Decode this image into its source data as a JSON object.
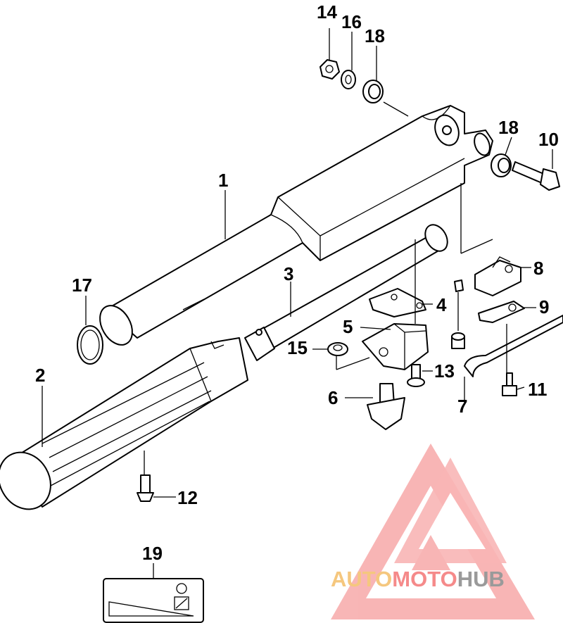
{
  "diagram": {
    "callouts": [
      {
        "id": "1",
        "label": "1"
      },
      {
        "id": "2",
        "label": "2"
      },
      {
        "id": "3",
        "label": "3"
      },
      {
        "id": "4",
        "label": "4"
      },
      {
        "id": "5",
        "label": "5"
      },
      {
        "id": "6",
        "label": "6"
      },
      {
        "id": "7",
        "label": "7"
      },
      {
        "id": "8",
        "label": "8"
      },
      {
        "id": "9",
        "label": "9"
      },
      {
        "id": "10",
        "label": "10"
      },
      {
        "id": "11",
        "label": "11"
      },
      {
        "id": "12",
        "label": "12"
      },
      {
        "id": "13",
        "label": "13"
      },
      {
        "id": "14",
        "label": "14"
      },
      {
        "id": "15",
        "label": "15"
      },
      {
        "id": "16",
        "label": "16"
      },
      {
        "id": "17",
        "label": "17"
      },
      {
        "id": "18a",
        "label": "18"
      },
      {
        "id": "18b",
        "label": "18"
      },
      {
        "id": "19",
        "label": "19"
      }
    ]
  },
  "watermark": {
    "part1": "AUTO",
    "part2": "MOTO",
    "part3": "HUB",
    "colors": {
      "part1": "#f5c77e",
      "part2": "#f58a8a",
      "part3": "#9a9a9a",
      "logo": "#f5a0a0"
    }
  }
}
